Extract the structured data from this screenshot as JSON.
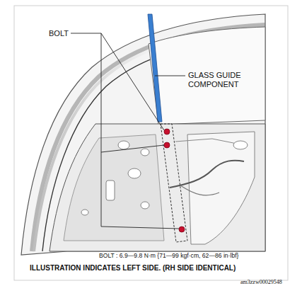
{
  "diagram": {
    "labels": [
      "BOLT",
      "GLASS GUIDE COMPONENT",
      "BOLT : 6.9—9.8 N·m {71—99 kgf·cm, 62—86 in·lbf}",
      "ILLUSTRATION INDICATES LEFT SIDE. (RH SIDE IDENTICAL)",
      "am3zzw00029548"
    ]
  }
}
